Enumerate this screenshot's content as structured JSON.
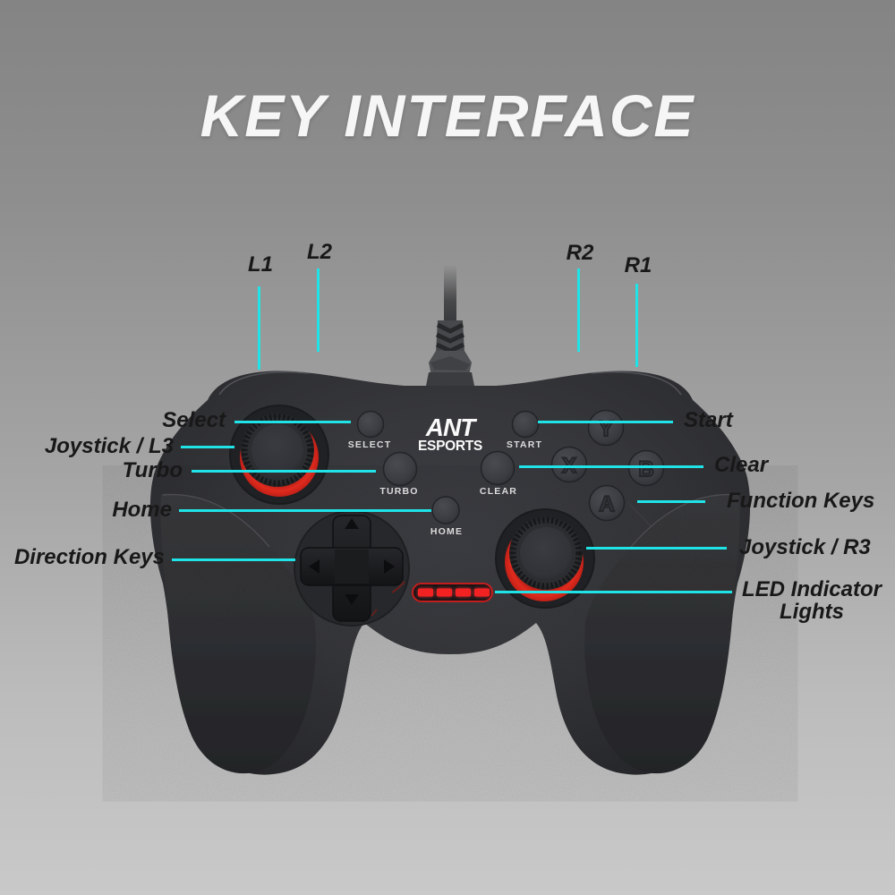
{
  "title": "KEY INTERFACE",
  "colors": {
    "background_top": "#848484",
    "background_bottom": "#c9c9c9",
    "callout_line": "#1fe3e6",
    "label_text": "#181818",
    "title_text": "#f6f6f6",
    "led_red": "#f32222",
    "joystick_ring_red": "#d8281b",
    "controller_body": "#343539"
  },
  "controller": {
    "brand": {
      "line1": "ANT",
      "line2": "ESPORTS"
    },
    "buttons": {
      "select": "SELECT",
      "start": "START",
      "turbo": "TURBO",
      "clear": "CLEAR",
      "home": "HOME"
    },
    "face_buttons": [
      {
        "label": "Y"
      },
      {
        "label": "X"
      },
      {
        "label": "B"
      },
      {
        "label": "A"
      }
    ]
  },
  "callouts": {
    "top": [
      {
        "label": "L1"
      },
      {
        "label": "L2"
      },
      {
        "label": "R2"
      },
      {
        "label": "R1"
      }
    ],
    "left": [
      {
        "label": "Select"
      },
      {
        "label": "Joystick / L3"
      },
      {
        "label": "Turbo"
      },
      {
        "label": "Home"
      },
      {
        "label": "Direction Keys"
      }
    ],
    "right": [
      {
        "label": "Start"
      },
      {
        "label": "Clear"
      },
      {
        "label": "Function Keys"
      },
      {
        "label": "Joystick / R3"
      },
      {
        "label": "LED Indicator Lights"
      }
    ]
  }
}
